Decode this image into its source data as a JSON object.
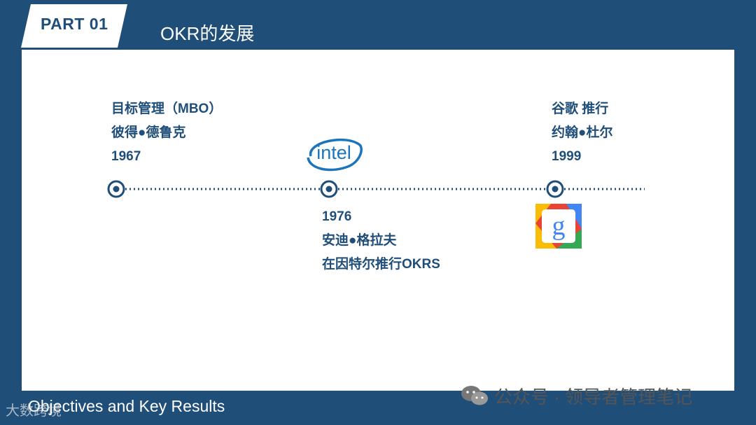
{
  "header": {
    "part_label": "PART 01",
    "title": "OKR的发展"
  },
  "colors": {
    "primary": "#1f4e79",
    "white": "#ffffff",
    "intel_blue": "#1a75bc"
  },
  "timeline": {
    "mbo": {
      "line1": "目标管理（MBO）",
      "line2": "彼得●德鲁克",
      "line3": "1967"
    },
    "intel": {
      "year": "1976",
      "person": "安迪●格拉夫",
      "desc": "在因特尔推行OKRS",
      "logo_text": "intel"
    },
    "google": {
      "line1": "谷歌 推行",
      "line2": "约翰●杜尔",
      "line3": "1999",
      "logo_glyph": "g"
    }
  },
  "footer": {
    "text": "Objectives and Key Results",
    "watermark_right": "公众号 · 领导者管理笔记",
    "watermark_left": "大数跨境"
  }
}
